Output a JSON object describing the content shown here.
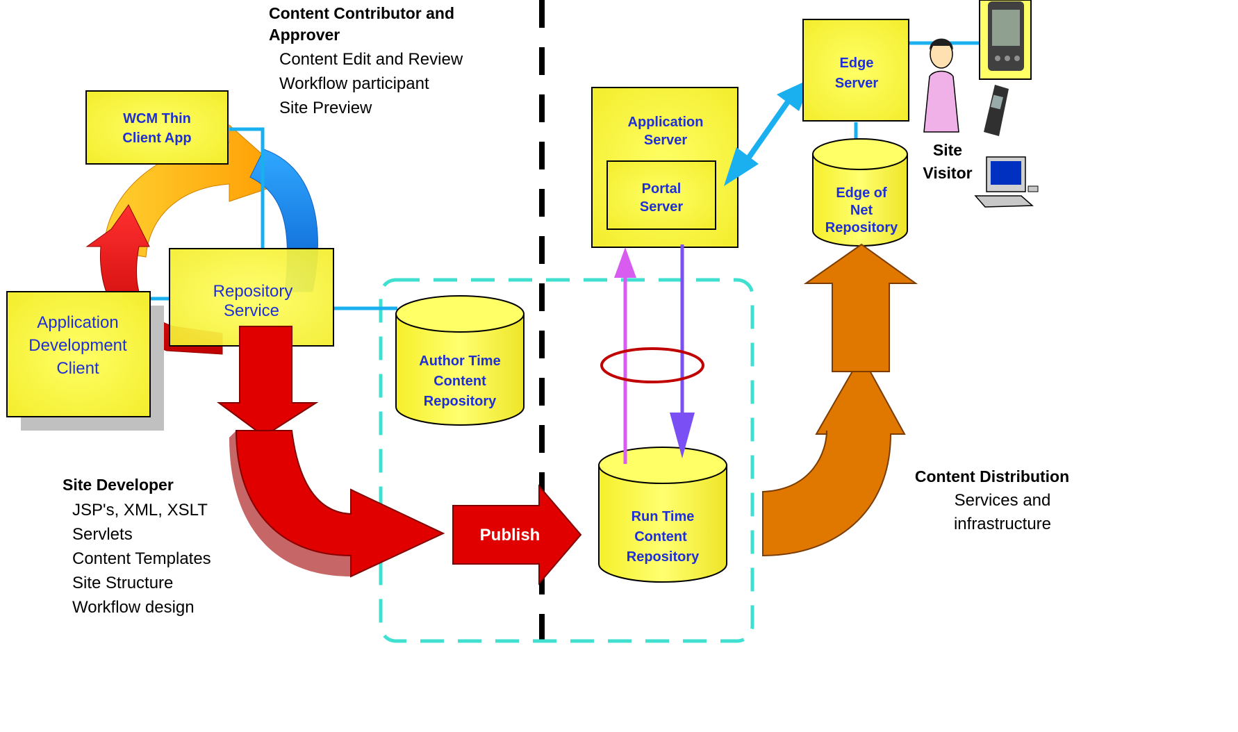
{
  "colors": {
    "box_fill": "#ffff66",
    "cyan_line": "#1ab0f0",
    "node_text": "#1f2fd6",
    "publish_red": "#e00000",
    "distribution_orange": "#e07800",
    "dashed_region": "#40e0d0"
  },
  "nodes": {
    "wcm_thin_client": [
      "WCM Thin",
      "Client App"
    ],
    "repository_service": [
      "Repository",
      "Service"
    ],
    "app_dev_client": [
      "Application",
      "Development",
      "Client"
    ],
    "author_repo": [
      "Author Time",
      "Content",
      "Repository"
    ],
    "runtime_repo": [
      "Run Time",
      "Content",
      "Repository"
    ],
    "app_server": [
      "Application",
      "Server"
    ],
    "portal_server": [
      "Portal",
      "Server"
    ],
    "edge_server": [
      "Edge",
      "Server"
    ],
    "edge_repo": [
      "Edge of",
      "Net",
      "Repository"
    ],
    "publish": "Publish"
  },
  "roles": {
    "contributor": {
      "title": [
        "Content Contributor and",
        "Approver"
      ],
      "items": [
        "Content Edit and Review",
        "Workflow participant",
        "Site Preview"
      ]
    },
    "developer": {
      "title": "Site Developer",
      "items": [
        "JSP's, XML, XSLT",
        "Servlets",
        "Content Templates",
        "Site Structure",
        "Workflow design"
      ]
    },
    "distribution": {
      "title": "Content Distribution",
      "items": [
        "Services and",
        "infrastructure"
      ]
    },
    "visitor": [
      "Site",
      "Visitor"
    ]
  },
  "icons": [
    "pda-icon",
    "cell-phone-icon",
    "desktop-computer-icon",
    "person-icon"
  ]
}
